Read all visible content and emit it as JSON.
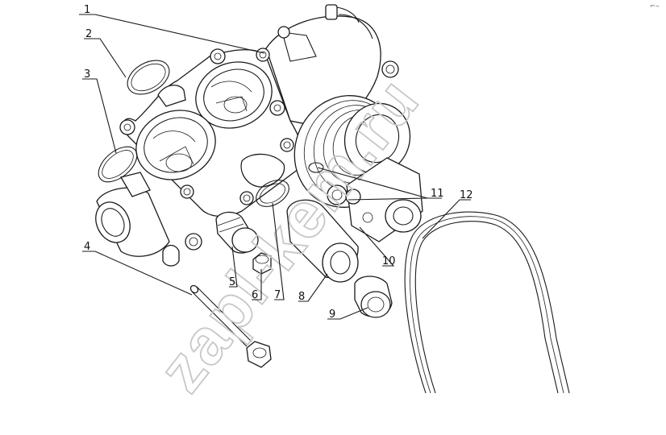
{
  "corner_mark": "⌐‒",
  "watermark": "zapl-kem.ru",
  "callouts": [
    {
      "id": "callout-1",
      "text": "1"
    },
    {
      "id": "callout-2",
      "text": "2"
    },
    {
      "id": "callout-3",
      "text": "3"
    },
    {
      "id": "callout-4",
      "text": "4"
    },
    {
      "id": "callout-5",
      "text": "5"
    },
    {
      "id": "callout-6",
      "text": "6"
    },
    {
      "id": "callout-7",
      "text": "7"
    },
    {
      "id": "callout-8",
      "text": "8"
    },
    {
      "id": "callout-9",
      "text": "9"
    },
    {
      "id": "callout-10",
      "text": "10"
    },
    {
      "id": "callout-11",
      "text": "11"
    },
    {
      "id": "callout-12",
      "text": "12"
    }
  ]
}
